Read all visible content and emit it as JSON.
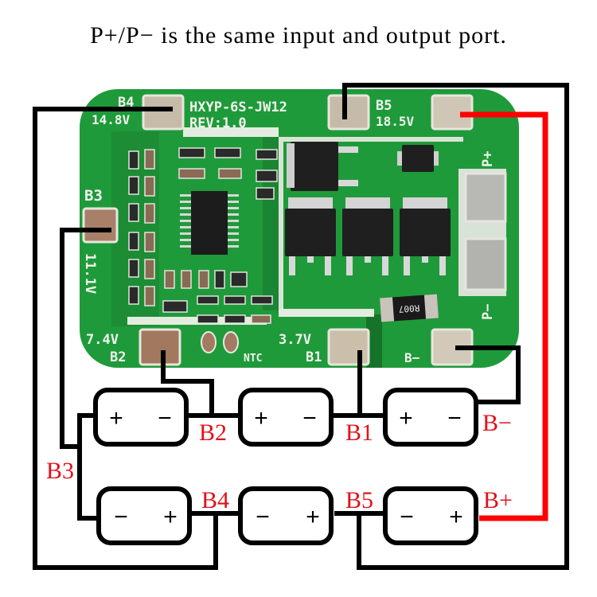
{
  "caption": "P+/P− is the same input and output port.",
  "board": {
    "model": "HXYP-6S-JW12",
    "revision": "REV:1.0",
    "pads": {
      "b4_label": "B4",
      "b4_voltage": "14.8V",
      "b5_label": "B5",
      "b5_voltage": "18.5V",
      "b3_label": "B3",
      "b3_voltage": "11.1V",
      "b2_label": "B2",
      "b2_voltage": "7.4V",
      "b1_label": "B1",
      "b1_voltage": "3.7V",
      "bminus_label": "B−",
      "pplus_label": "P+",
      "pminus_label": "P−",
      "ntc_label": "NTC",
      "shunt_marking": "R007"
    },
    "colors": {
      "pcb_green": "#1f9a3a",
      "pad_silver": "#c9bfae",
      "pad_copper": "#a8806a",
      "wire_black": "#000000",
      "wire_red": "#ff0000"
    }
  },
  "wiring": {
    "labels": {
      "b2": "B2",
      "b1": "B1",
      "bminus": "B−",
      "b3": "B3",
      "b4": "B4",
      "b5": "B5",
      "bplus": "B+"
    },
    "top_row_cells": [
      {
        "left": "+",
        "right": "−"
      },
      {
        "left": "+",
        "right": "−"
      },
      {
        "left": "+",
        "right": "−"
      }
    ],
    "bottom_row_cells": [
      {
        "left": "−",
        "right": "+"
      },
      {
        "left": "−",
        "right": "+"
      },
      {
        "left": "−",
        "right": "+"
      }
    ]
  }
}
